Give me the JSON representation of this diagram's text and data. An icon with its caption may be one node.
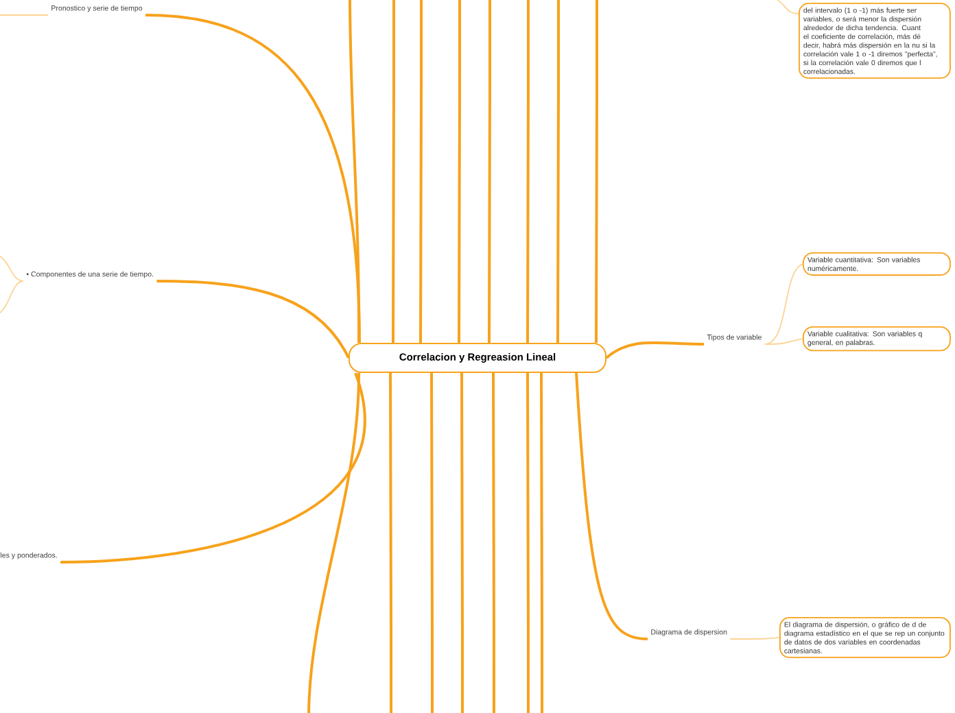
{
  "diagram": {
    "nodes": [
      {
        "text": [
          "Correlacion y Regreasion Lineal"
        ]
      },
      {
        "text": [
          "Pronostico y serie de tiempo"
        ]
      },
      {
        "text": [
          "• Componentes de una serie de tiempo."
        ]
      },
      {
        "text": [
          "les y ponderados."
        ]
      },
      {
        "text": [
          "del intervalo (1 o -1) más fuerte ser variables, o será menor la dispersión alrededor de dicha tendencia. Cuant el coeficiente de correlación, más dé decir, habrá más dispersión en la nu si la correlación vale 1 o -1 diremos \"perfecta\", si la correlación vale 0 diremos que l correlacionadas."
        ]
      },
      {
        "text": [
          "Tipos de variable"
        ]
      },
      {
        "text": [
          "Variable cuantitativa: Son variables numéricamente."
        ]
      },
      {
        "text": [
          "Variable cualitativa: Son variables q general, en palabras."
        ]
      },
      {
        "text": [
          "Diagrama de dispersion"
        ]
      },
      {
        "text": [
          "El diagrama de dispersión, o gráfico de d de diagrama estadístico en el que se rep un conjunto de datos de dos variables en coordenadas cartesianas."
        ]
      }
    ],
    "edges": [
      {
        "from": 0,
        "to": 1,
        "arrow": "none"
      },
      {
        "from": 0,
        "to": 2,
        "arrow": "none"
      },
      {
        "from": 0,
        "to": 3,
        "arrow": "none"
      },
      {
        "from": 0,
        "to": 5,
        "arrow": "none"
      },
      {
        "from": 5,
        "to": 6,
        "arrow": "none",
        "color": "#fcd496"
      },
      {
        "from": 5,
        "to": 7,
        "arrow": "none",
        "color": "#fcd496"
      },
      {
        "from": 0,
        "to": 8,
        "arrow": "none"
      },
      {
        "from": 8,
        "to": 9,
        "arrow": "none",
        "color": "#fcd496"
      },
      {
        "from": null,
        "to": 4,
        "arrow": "none",
        "color": "#fcd496"
      },
      {
        "from": 0,
        "to": null,
        "arrow": "none"
      },
      {
        "from": 0,
        "to": null,
        "arrow": "none"
      },
      {
        "from": 0,
        "to": null,
        "arrow": "none"
      },
      {
        "from": 0,
        "to": null,
        "arrow": "none"
      },
      {
        "from": 0,
        "to": null,
        "arrow": "none"
      },
      {
        "from": 0,
        "to": null,
        "arrow": "none"
      },
      {
        "from": 0,
        "to": null,
        "arrow": "none"
      },
      {
        "from": 0,
        "to": null,
        "arrow": "none"
      },
      {
        "from": 0,
        "to": null,
        "arrow": "none"
      },
      {
        "from": 0,
        "to": null,
        "arrow": "none"
      },
      {
        "from": 0,
        "to": null,
        "arrow": "none"
      },
      {
        "from": 0,
        "to": null,
        "arrow": "none"
      },
      {
        "from": 0,
        "to": null,
        "arrow": "none"
      },
      {
        "from": 0,
        "to": null,
        "arrow": "none"
      },
      {
        "from": 0,
        "to": null,
        "arrow": "none"
      },
      {
        "from": 1,
        "to": null,
        "arrow": "none",
        "color": "#fcd496"
      },
      {
        "from": 2,
        "to": null,
        "arrow": "none",
        "color": "#fcd496"
      },
      {
        "from": 2,
        "to": null,
        "arrow": "none",
        "color": "#fcd496"
      }
    ]
  }
}
